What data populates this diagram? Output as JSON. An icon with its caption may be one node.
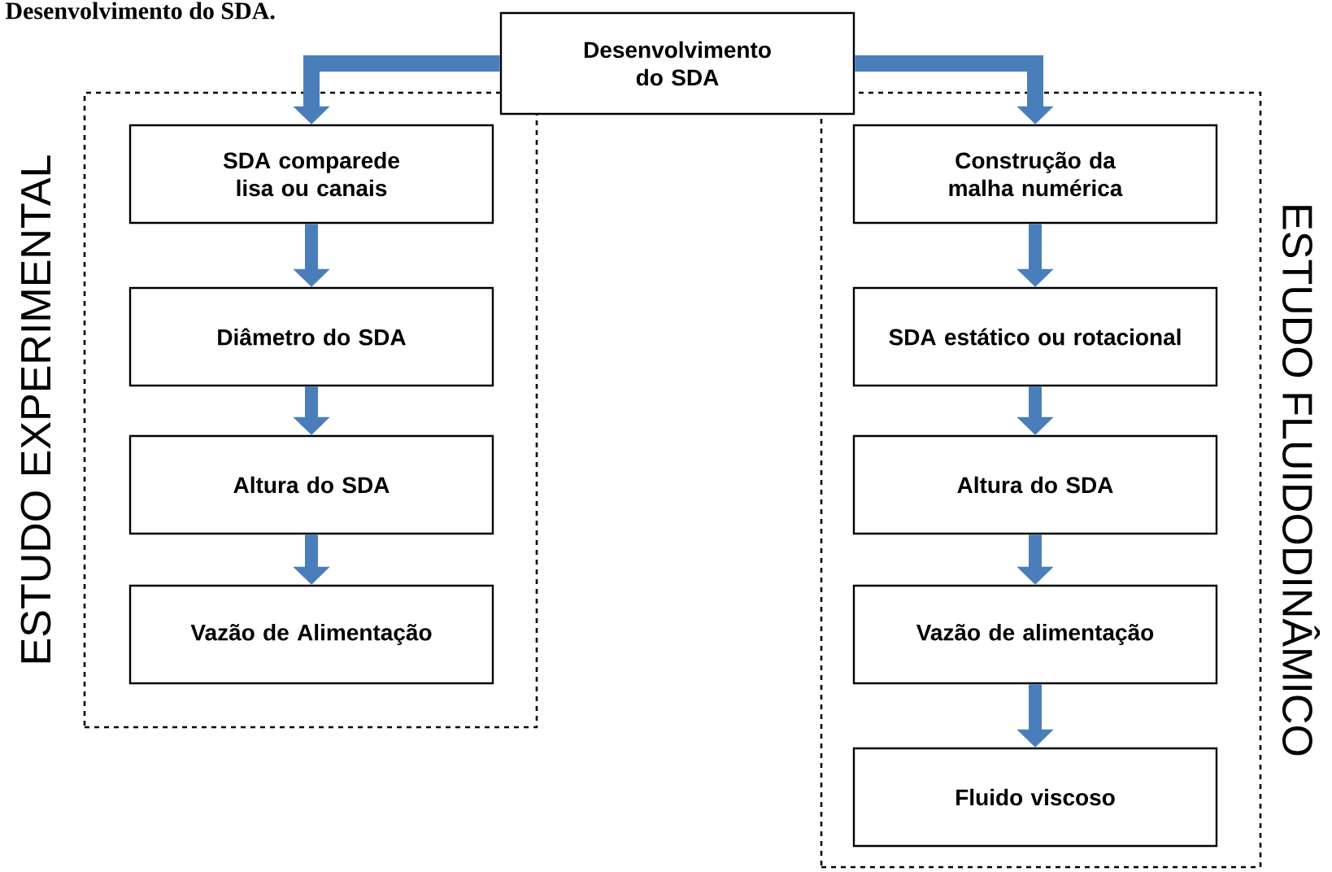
{
  "diagram": {
    "title": "Desenvolvimento do SDA.",
    "nodes": [
      {
        "text": [
          "Desenvolvimento do SDA"
        ]
      },
      {
        "text": [
          "ESTUDO EXPERIMENTAL"
        ]
      },
      {
        "text": [
          "SDA comparede lisa ou canais"
        ],
        "in": 1
      },
      {
        "text": [
          "Diâmetro do SDA"
        ],
        "in": 1
      },
      {
        "text": [
          "Altura do SDA"
        ],
        "in": 1
      },
      {
        "text": [
          "Vazão de Alimentação"
        ],
        "in": 1
      },
      {
        "text": [
          "ESTUDO FLUIDODINÂMICO"
        ]
      },
      {
        "text": [
          "Construção da malha numérica"
        ],
        "in": 6
      },
      {
        "text": [
          "SDA estático ou rotacional"
        ],
        "in": 6
      },
      {
        "text": [
          "Altura do SDA"
        ],
        "in": 6
      },
      {
        "text": [
          "Vazão de alimentação"
        ],
        "in": 6
      },
      {
        "text": [
          "Fluido viscoso"
        ],
        "in": 6
      }
    ],
    "edges": [
      {
        "from": 0,
        "to": 2,
        "arrow": "to"
      },
      {
        "from": 2,
        "to": 3,
        "arrow": "to"
      },
      {
        "from": 3,
        "to": 4,
        "arrow": "to"
      },
      {
        "from": 4,
        "to": 5,
        "arrow": "to"
      },
      {
        "from": 0,
        "to": 7,
        "arrow": "to"
      },
      {
        "from": 7,
        "to": 8,
        "arrow": "to"
      },
      {
        "from": 8,
        "to": 9,
        "arrow": "to"
      },
      {
        "from": 9,
        "to": 10,
        "arrow": "to"
      },
      {
        "from": 10,
        "to": 11,
        "arrow": "to"
      }
    ]
  }
}
